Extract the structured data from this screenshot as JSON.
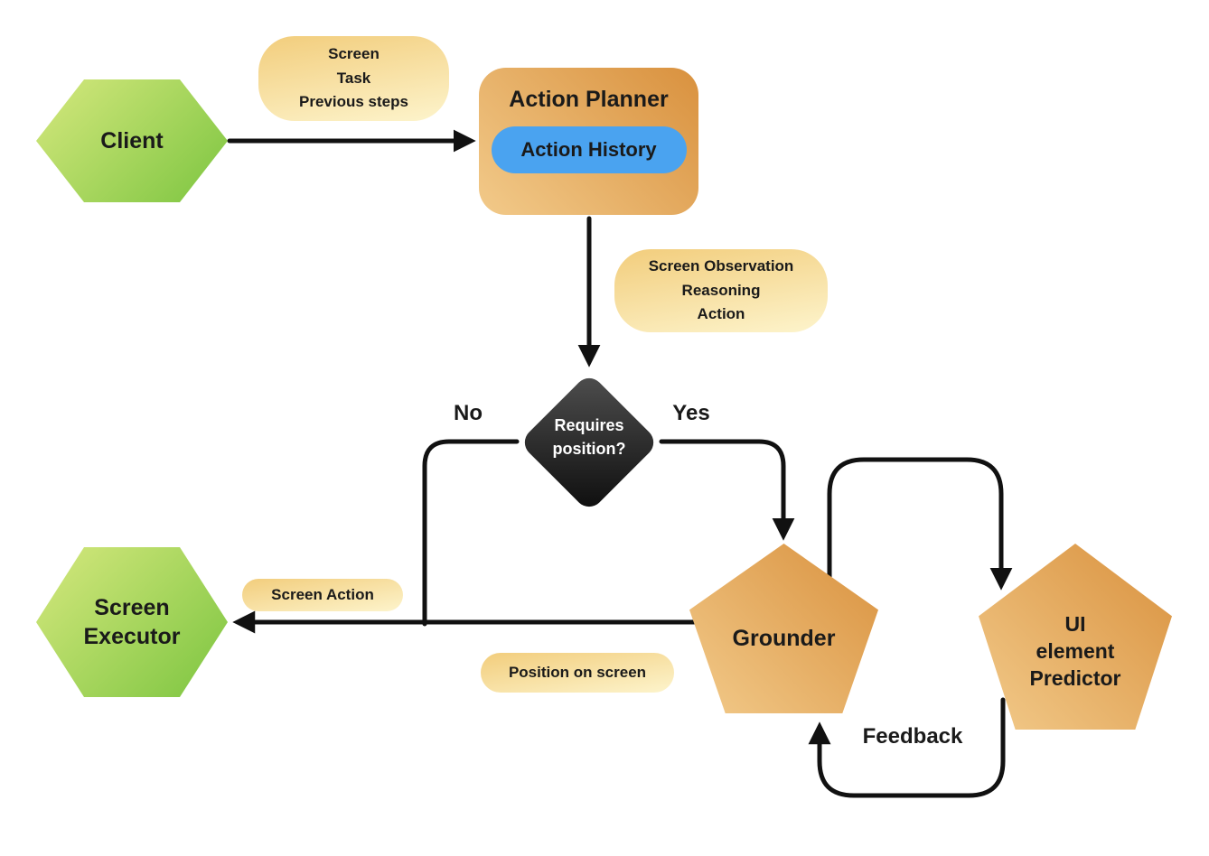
{
  "diagram": {
    "nodes": {
      "client": {
        "label": "Client"
      },
      "action_planner": {
        "title": "Action Planner",
        "history": "Action History"
      },
      "decision": {
        "lines": [
          "Requires",
          "position?"
        ]
      },
      "grounder": {
        "label": "Grounder"
      },
      "predictor": {
        "lines": [
          "UI",
          "element",
          "Predictor"
        ]
      },
      "executor": {
        "lines": [
          "Screen",
          "Executor"
        ]
      }
    },
    "edge_labels": {
      "client_to_planner": {
        "lines": [
          "Screen",
          "Task",
          "Previous steps"
        ]
      },
      "planner_to_decision": {
        "lines": [
          "Screen Observation",
          "Reasoning",
          "Action"
        ]
      },
      "decision_no": "No",
      "decision_yes": "Yes",
      "screen_action": "Screen Action",
      "position_on_screen": "Position on screen",
      "feedback": "Feedback"
    },
    "colors": {
      "green_from": "#d6e87e",
      "green_to": "#7cc540",
      "orange_from": "#d9913e",
      "orange_to": "#f2ca8a",
      "pill_from": "#f2cd7c",
      "pill_to": "#fdf4cc",
      "history_blue": "#4aa3f0",
      "dark_from": "#4f4f4f",
      "dark_to": "#0d0d0d",
      "arrow": "#111111"
    }
  }
}
